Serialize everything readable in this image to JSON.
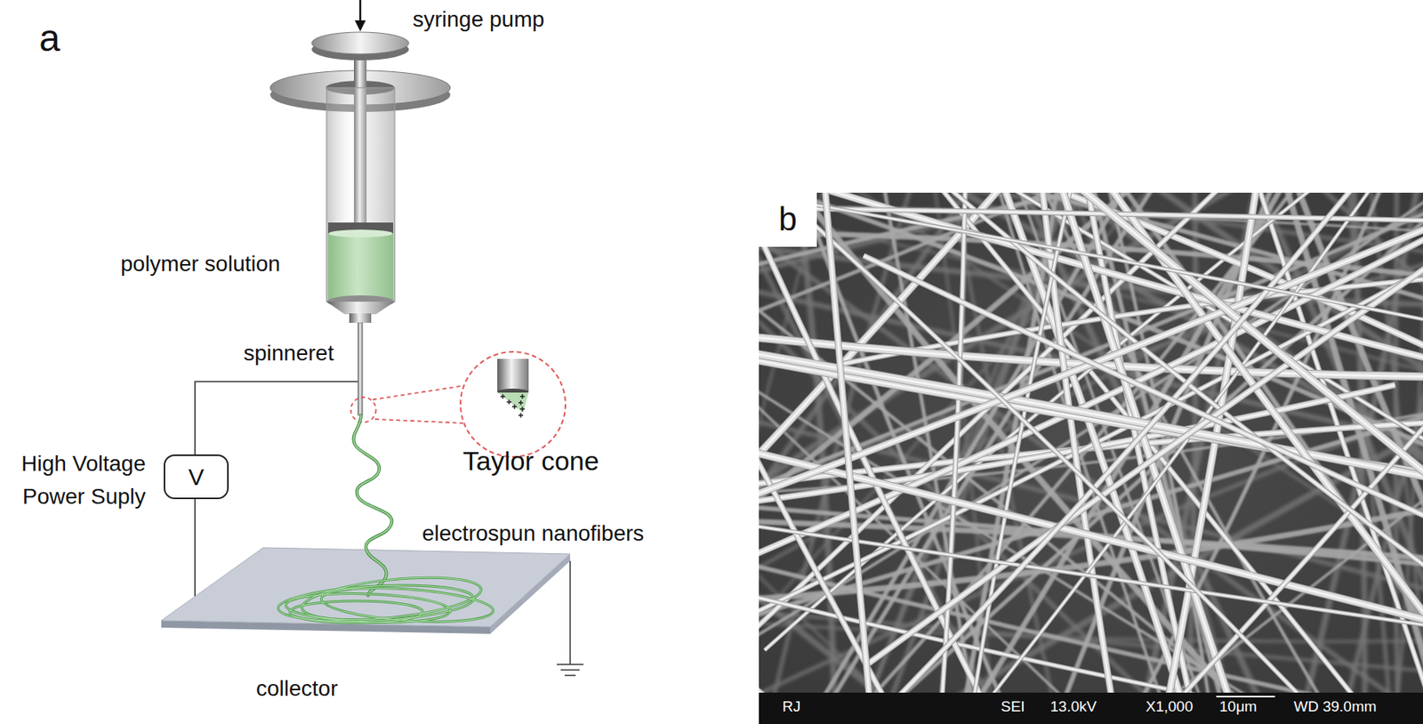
{
  "diagram": {
    "nodes": [
      {
        "text": [
          "V"
        ]
      },
      {
        "text": [
          "b"
        ]
      },
      {
        "text": [
          "RJ",
          "SEI",
          "13.0kV",
          "X1,000",
          "10μm",
          "WD 39.0mm"
        ]
      }
    ],
    "labels": [
      "a",
      "syringe pump",
      "polymer solution",
      "spinneret",
      "Taylor cone",
      "High Voltage Power Suply",
      "electrospun nanofibers",
      "collector"
    ]
  }
}
